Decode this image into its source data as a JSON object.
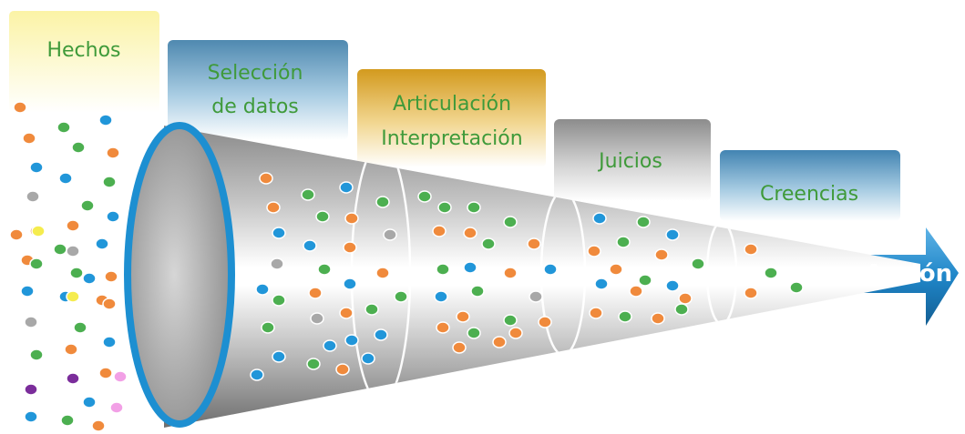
{
  "stages": [
    {
      "key": "hechos",
      "lines": [
        "Hechos"
      ]
    },
    {
      "key": "seleccion",
      "lines": [
        "Selección",
        "de datos"
      ]
    },
    {
      "key": "articulacion",
      "lines": [
        "Articulación",
        "Interpretación"
      ]
    },
    {
      "key": "juicios",
      "lines": [
        "Juicios"
      ]
    },
    {
      "key": "creencias",
      "lines": [
        "Creencias"
      ]
    }
  ],
  "action_label": "Acción",
  "colors": {
    "label_text": "#3f9a3a",
    "action_text": "#ffffff",
    "hechos_box": "#fbf5b4",
    "seleccion_box": "#5c94b8",
    "articulacion_box": "#d9a62a",
    "juicios_box": "#9b9b9b",
    "creencias_box": "#4d8db8",
    "funnel_rim": "#1d8fd1",
    "arrow": "#2a86c4",
    "dot_orange": "#f08a3c",
    "dot_green": "#4caf50",
    "dot_blue": "#2196d9",
    "dot_gray": "#a8a8a8",
    "dot_yellow": "#f5ec4e",
    "dot_purple": "#7b2d9b",
    "dot_pink": "#f2a0e6"
  }
}
